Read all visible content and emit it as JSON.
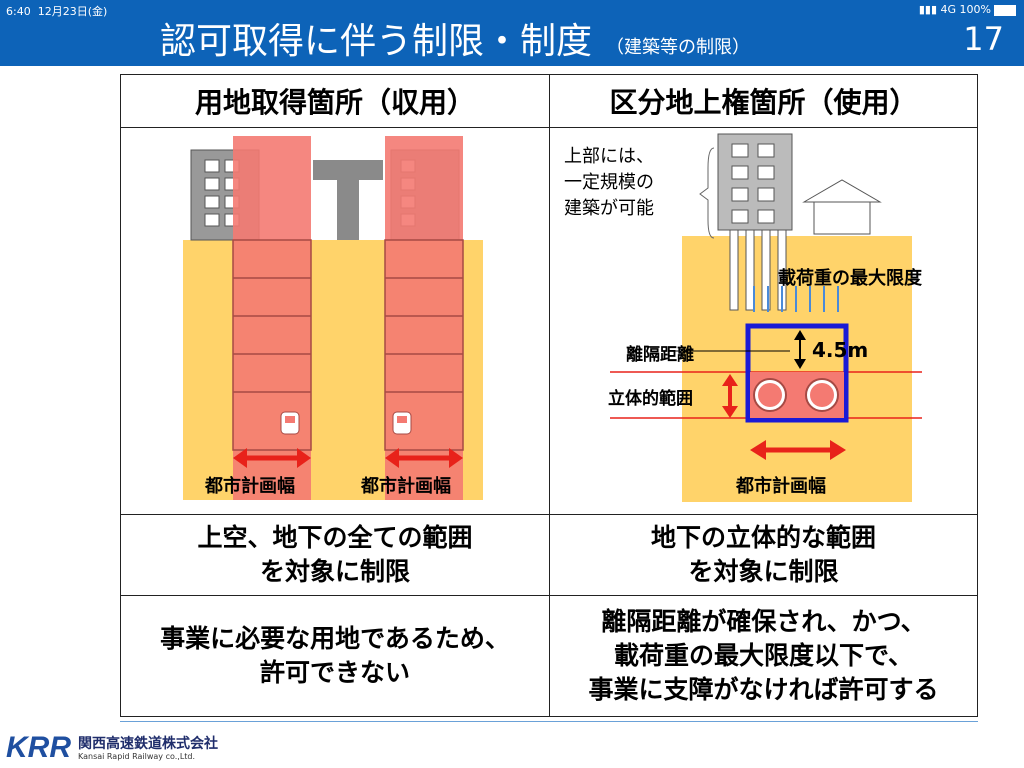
{
  "status": {
    "time": "6:40",
    "date": "12月23日(金)",
    "signal": "4G",
    "battery": "100%"
  },
  "header": {
    "title": "認可取得に伴う制限・制度",
    "subtitle": "（建築等の制限）",
    "page": "17"
  },
  "table": {
    "col1_header": "用地取得箇所（収用）",
    "col2_header": "区分地上権箇所（使用）",
    "row3_col1_line1": "上空、地下の全ての範囲",
    "row3_col1_line2": "を対象に制限",
    "row3_col2_line1": "地下の立体的な範囲",
    "row3_col2_line2": "を対象に制限",
    "row4_col1_line1": "事業に必要な用地であるため、",
    "row4_col1_line2": "許可できない",
    "row4_col2_line1": "離隔距離が確保され、かつ、",
    "row4_col2_line2": "載荷重の最大限度以下で、",
    "row4_col2_line3": "事業に支障がなければ許可する"
  },
  "diagram_left": {
    "width_label_1": "都市計画幅",
    "width_label_2": "都市計画幅"
  },
  "diagram_right": {
    "callout_line1": "上部には、",
    "callout_line2": "一定規模の",
    "callout_line3": "建築が可能",
    "load_label": "載荷重の最大限度",
    "clearance_label": "離隔距離",
    "clearance_value": "4.5m",
    "range_label": "立体的範囲",
    "width_label": "都市計画幅"
  },
  "footer": {
    "company": "関西高速鉄道株式会社",
    "company_en": "Kansai Rapid Railway co.,Ltd."
  },
  "colors": {
    "brand_blue": "#0d63b8",
    "ground": "#ffd36a",
    "red_zone": "#f47a72",
    "arrow_red": "#e8221a",
    "box_blue": "#1a1ad6"
  }
}
